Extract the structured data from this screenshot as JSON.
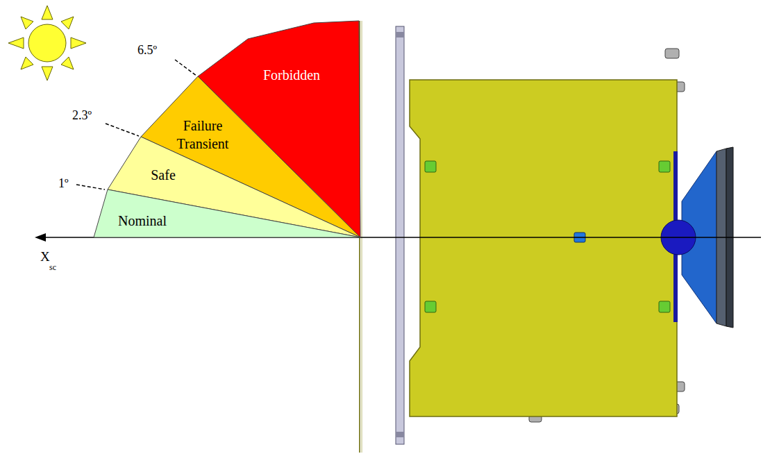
{
  "diagram": {
    "nodes": [
      {
        "text": [
          "Forbidden"
        ]
      },
      {
        "text": [
          "Failure Transient"
        ]
      },
      {
        "text": [
          "Safe"
        ]
      },
      {
        "text": [
          "Nominal"
        ]
      }
    ],
    "labels": [
      "6.5º",
      "2.3º",
      "1º",
      "X",
      "sc"
    ]
  }
}
